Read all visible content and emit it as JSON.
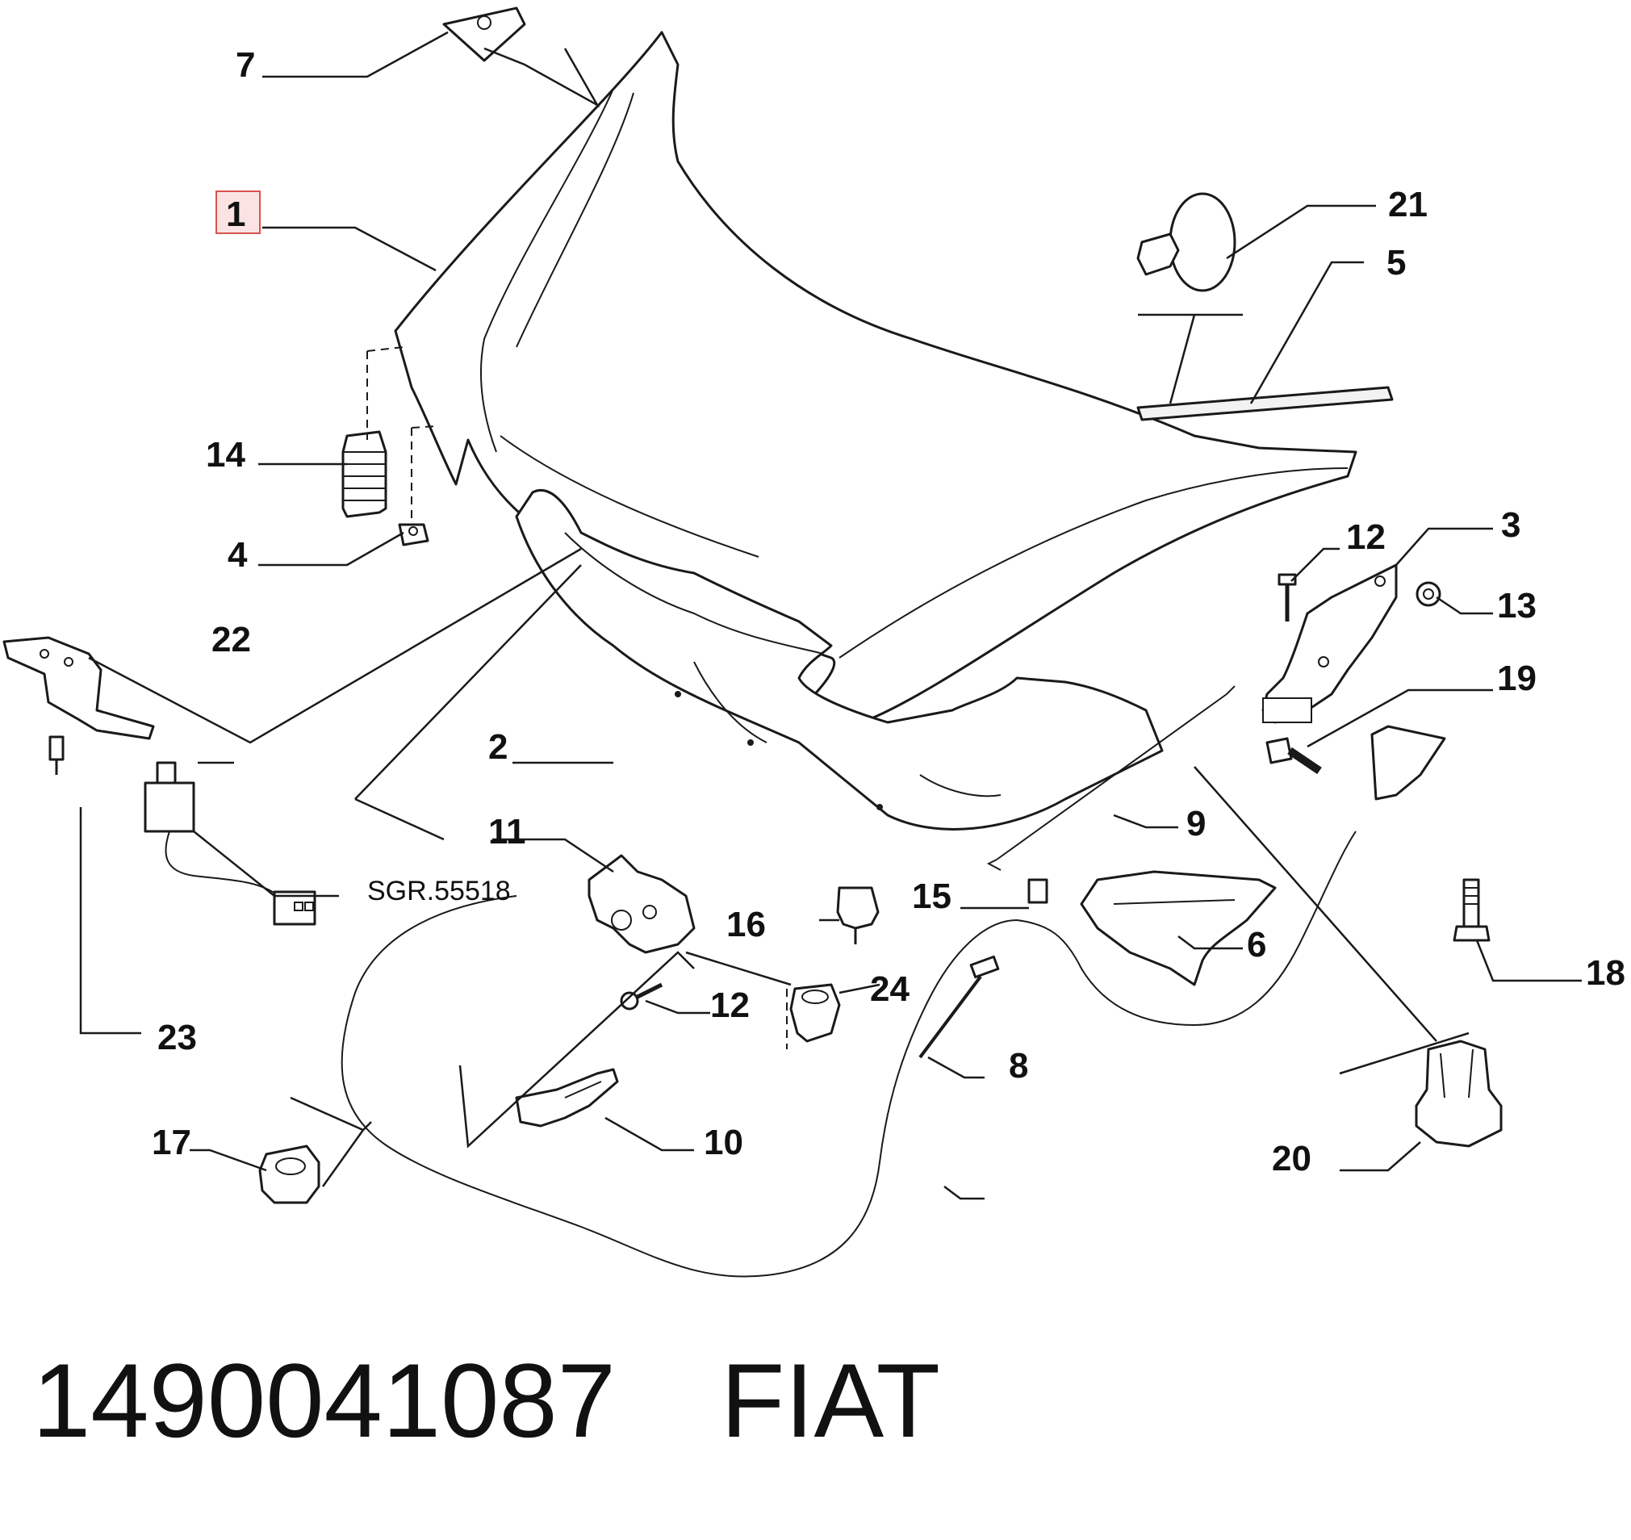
{
  "callouts": {
    "c1": "1",
    "c2": "2",
    "c3": "3",
    "c4": "4",
    "c5": "5",
    "c6": "6",
    "c7": "7",
    "c8": "8",
    "c9": "9",
    "c10": "10",
    "c11": "11",
    "c12a": "12",
    "c12b": "12",
    "c13": "13",
    "c14": "14",
    "c15": "15",
    "c16": "16",
    "c17": "17",
    "c18": "18",
    "c19": "19",
    "c20": "20",
    "c21": "21",
    "c22": "22",
    "c23": "23",
    "c24": "24"
  },
  "highlighted_callout": "1",
  "reference": "SGR.55518",
  "footer": {
    "part_number": "1490041087",
    "brand": "FIAT"
  },
  "colors": {
    "highlight_fill": "#fbe3e3",
    "highlight_border": "#d9534f",
    "line": "#1a1a1a"
  }
}
